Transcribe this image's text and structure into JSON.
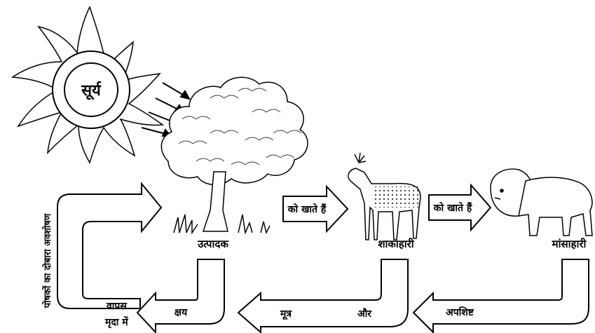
{
  "sun": {
    "label": "सूर्य"
  },
  "labels": {
    "producer": "उत्पादक",
    "herbivore": "शाकाहारी",
    "carnivore": "मांसाहारी",
    "eats_1": "को खाते हैं",
    "eats_2": "को खाते हैं",
    "reabsorption": "पोषकों का दोबारा अवशोषण",
    "back_to_soil_1": "वापस",
    "back_to_soil_2": "मृदा में",
    "decay": "क्षय",
    "urine": "मूत्र",
    "and": "और",
    "waste": "अपशिष्ट"
  }
}
